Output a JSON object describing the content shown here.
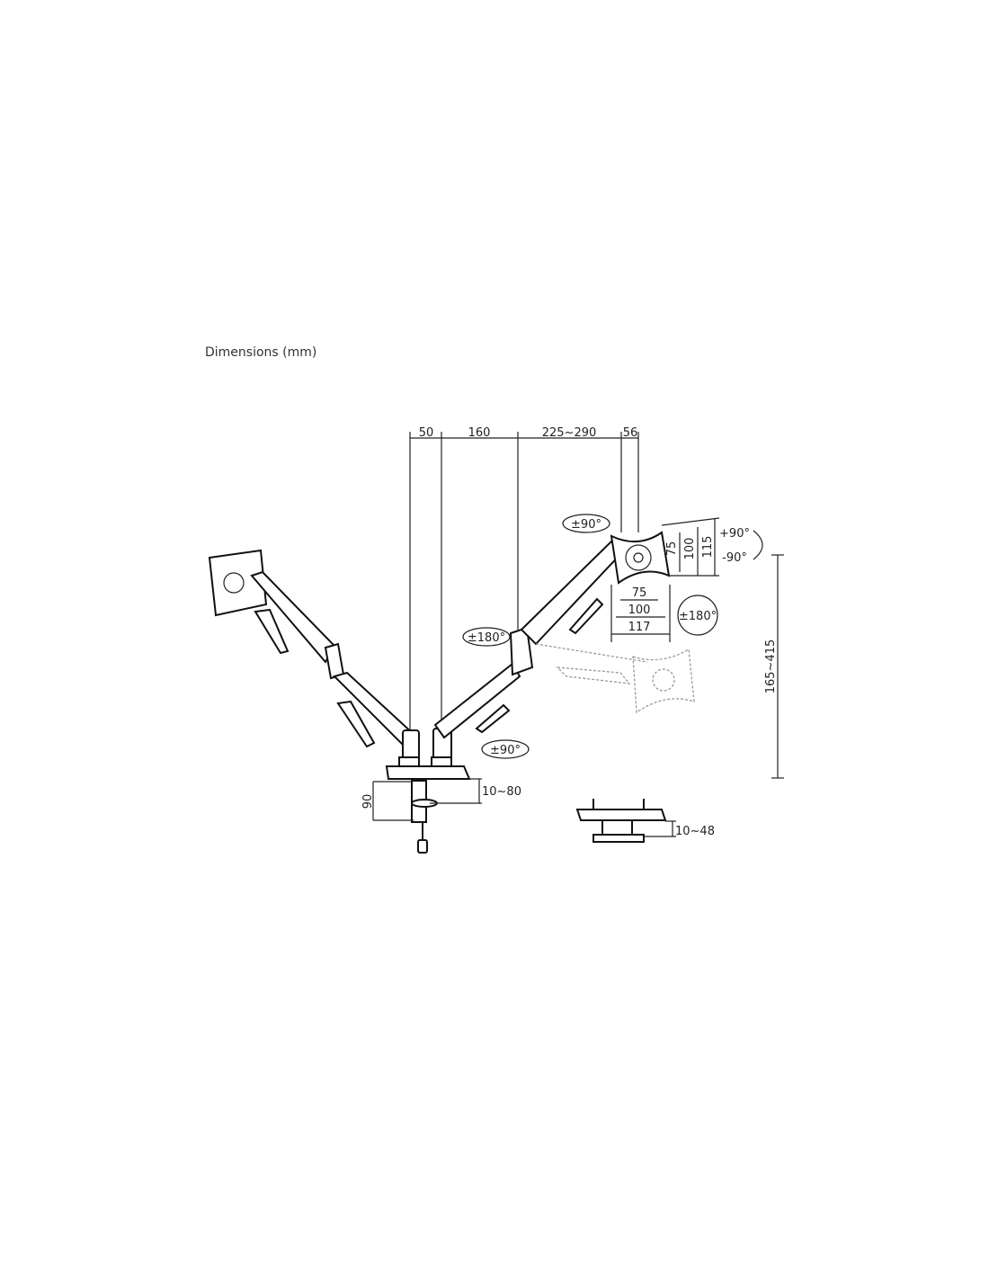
{
  "title": "Dimensions (mm)",
  "top_dimensions": [
    "50",
    "160",
    "225~290",
    "56"
  ],
  "rotation_labels": {
    "plate_swivel": "±90°",
    "arm_joint": "±180°",
    "base_swivel": "±90°",
    "plate_rotate": "±180°",
    "tilt_up": "+90°",
    "tilt_down": "-90°"
  },
  "vesa_vertical": [
    "75",
    "100",
    "115"
  ],
  "vesa_horizontal": [
    "75",
    "100",
    "117"
  ],
  "height_range": "165~415",
  "clamp": {
    "height": "90",
    "desk_thickness": "10~80"
  },
  "grommet": {
    "desk_thickness": "10~48"
  }
}
